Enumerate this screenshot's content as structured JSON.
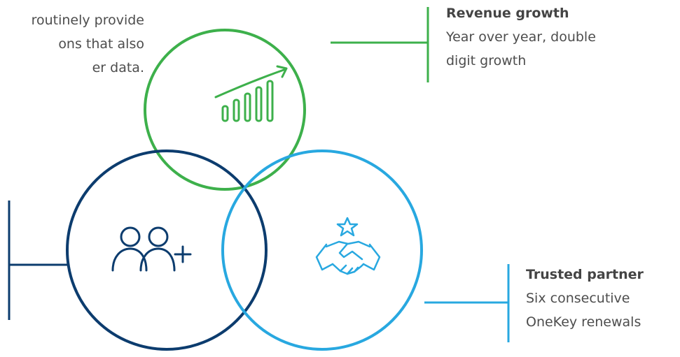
{
  "intro": {
    "lines": [
      "routinely provide",
      "ons that also",
      "er data."
    ]
  },
  "revenue": {
    "title": "Revenue growth",
    "line1": "Year over year, double",
    "line2": "digit growth"
  },
  "trusted": {
    "title": "Trusted partner",
    "line1": "Six consecutive",
    "line2": "OneKey renewals"
  },
  "colors": {
    "green": "#3db04b",
    "navy": "#0c3c6e",
    "blue": "#28a8e0",
    "text": "#4d4d4d"
  },
  "icons": {
    "revenue": "growth-bars-arrow-icon",
    "customers": "add-users-icon",
    "trust": "handshake-star-icon"
  }
}
